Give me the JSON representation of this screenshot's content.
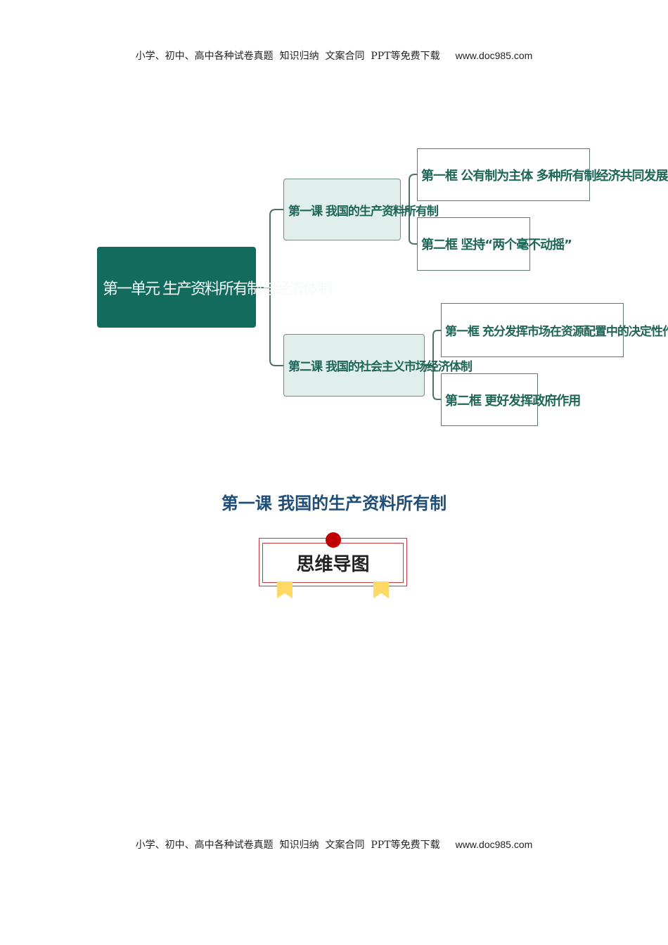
{
  "header": {
    "text": "小学、初中、高中各种试卷真题  知识归纳  文案合同  PPT等免费下载",
    "url": "www.doc985.com"
  },
  "footer": {
    "text": "小学、初中、高中各种试卷真题  知识归纳  文案合同  PPT等免费下载",
    "url": "www.doc985.com"
  },
  "mindmap": {
    "root": "第一单元  生产资料所有制与经济体制",
    "lessons": [
      {
        "label": "第一课  我国的生产资料所有制",
        "sections": [
          "第一框 公有制为主体  多种所有制经济共同发展",
          "第二框 坚持“两个毫不动摇”"
        ]
      },
      {
        "label": "第二课  我国的社会主义市场经济体制",
        "sections": [
          "第一框 充分发挥市场在资源配置中的决定性作用",
          "第二框 更好发挥政府作用"
        ]
      }
    ],
    "colors": {
      "root": "#136b5e",
      "lesson_fill": "#e0efec",
      "text": "#1e6656"
    }
  },
  "section_title": "第一课  我国的生产资料所有制",
  "badge": {
    "label": "思维导图",
    "colors": {
      "border": "#c43a3a",
      "dot": "#c00000",
      "ribbon": "#ffd966"
    }
  }
}
